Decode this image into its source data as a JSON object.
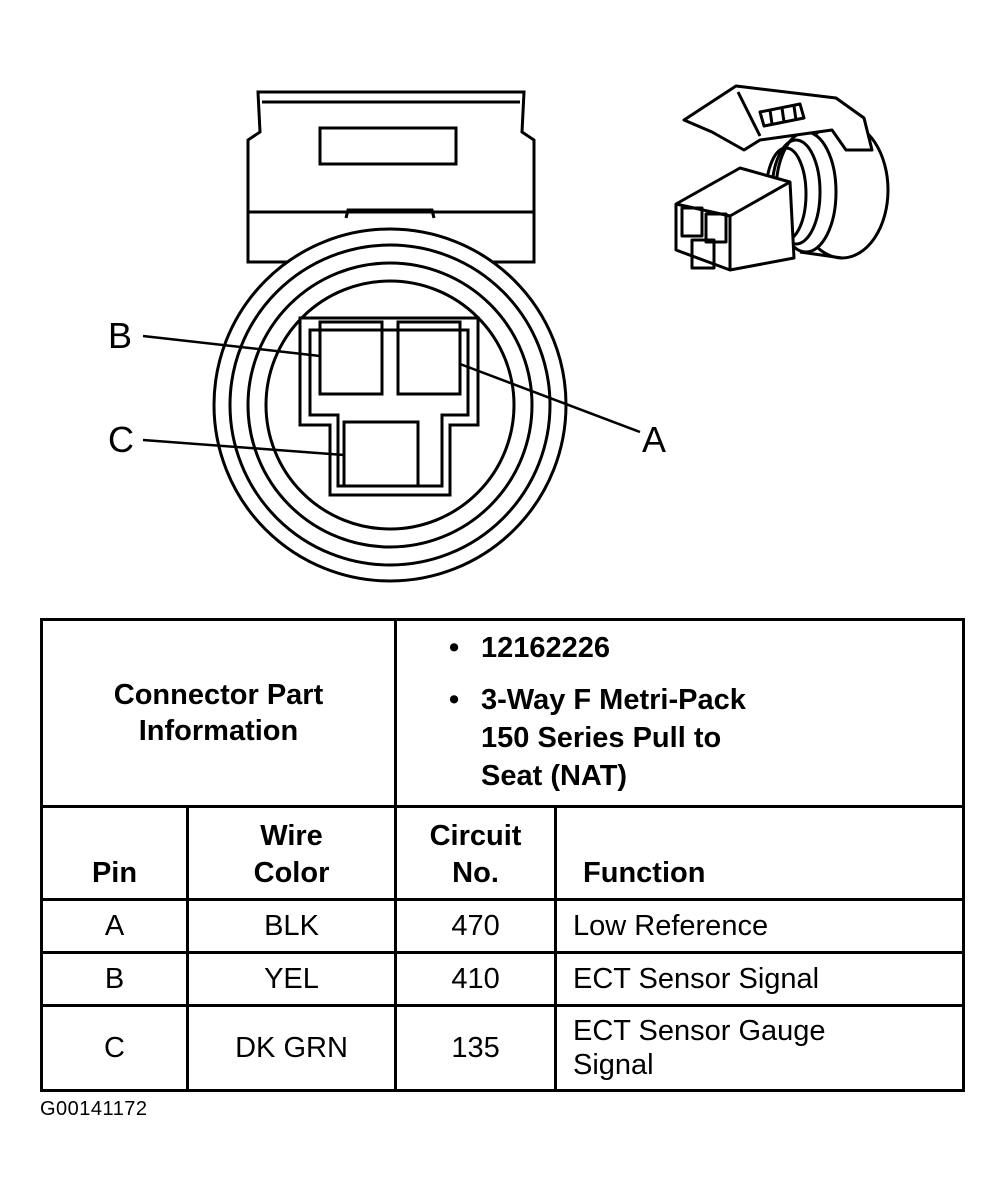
{
  "diagram": {
    "pin_labels": {
      "a": "A",
      "b": "B",
      "c": "C"
    }
  },
  "connector_info": {
    "header": "Connector Part\nInformation",
    "bullet_char": "•",
    "bullets": [
      "12162226",
      "3-Way F Metri-Pack\n150 Series Pull to\nSeat (NAT)"
    ]
  },
  "table": {
    "columns": {
      "pin": "Pin",
      "wire_color": "Wire\nColor",
      "circuit_no": "Circuit\nNo.",
      "function": "Function"
    },
    "rows": [
      {
        "pin": "A",
        "wire_color": "BLK",
        "circuit_no": "470",
        "function": "Low Reference"
      },
      {
        "pin": "B",
        "wire_color": "YEL",
        "circuit_no": "410",
        "function": "ECT Sensor Signal"
      },
      {
        "pin": "C",
        "wire_color": "DK GRN",
        "circuit_no": "135",
        "function": "ECT Sensor Gauge\nSignal"
      }
    ]
  },
  "figure_id": "G00141172"
}
